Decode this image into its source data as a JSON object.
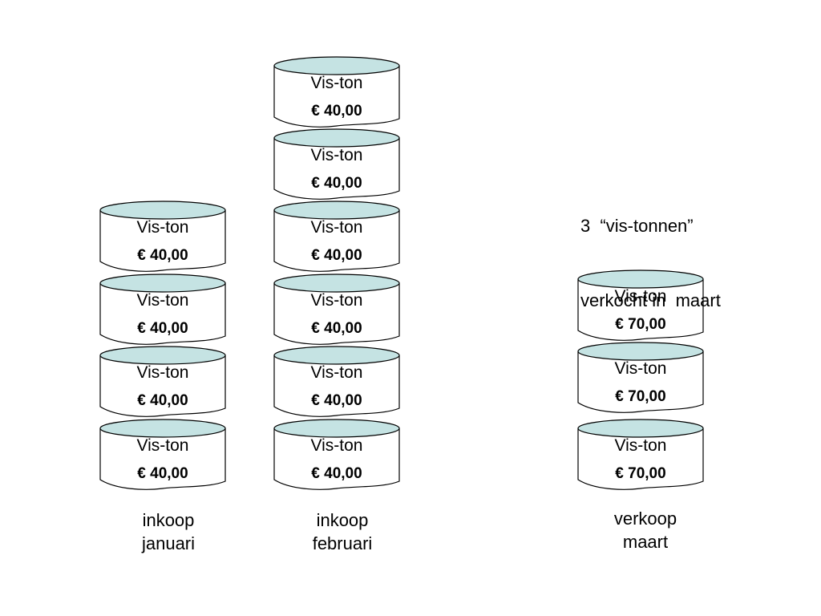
{
  "barrel_name": "Vis-ton",
  "colors": {
    "lid": "#c5e3e3",
    "stroke": "#000000",
    "body": "#ffffff"
  },
  "stacks": [
    {
      "id": "januari",
      "count": 4,
      "price": "€ 40,00",
      "caption": [
        "inkoop",
        "januari"
      ]
    },
    {
      "id": "februari",
      "count": 6,
      "price": "€ 40,00",
      "caption": [
        "inkoop",
        "februari"
      ]
    },
    {
      "id": "maart",
      "count": 3,
      "price": "€ 70,00",
      "caption": [
        "verkoop",
        "maart"
      ]
    }
  ],
  "note": [
    "3  “vis-tonnen”",
    "verkocht in  maart"
  ]
}
